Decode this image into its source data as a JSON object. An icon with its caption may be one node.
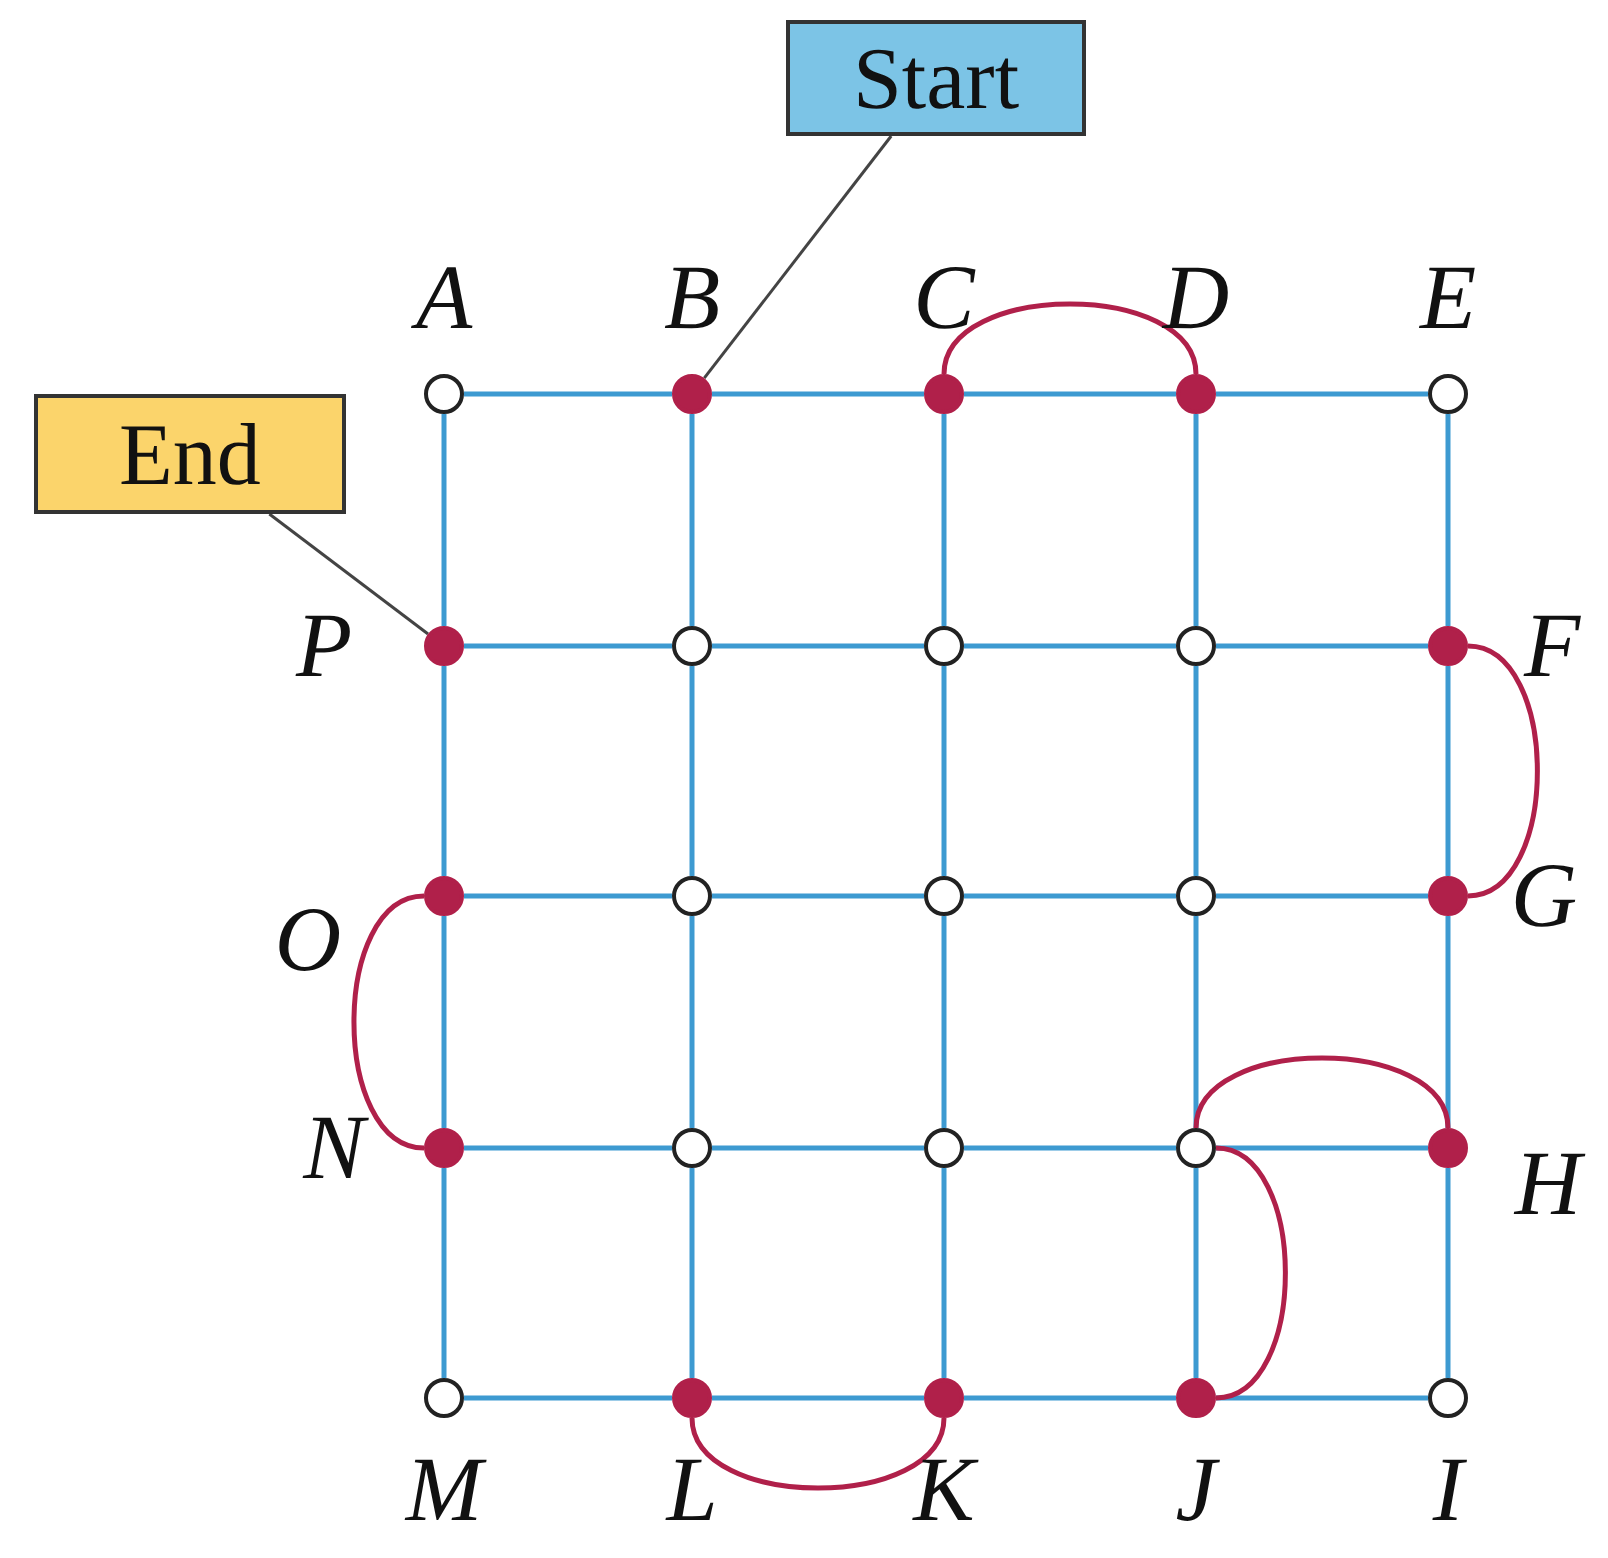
{
  "diagram": {
    "nodes": [
      {
        "text": [
          "Start"
        ]
      },
      {
        "text": [],
        "shape": "circle",
        "beside": [
          "A"
        ]
      },
      {
        "text": [],
        "shape": "dot",
        "beside": [
          "B"
        ]
      },
      {
        "text": [],
        "shape": "dot",
        "beside": [
          "C"
        ]
      },
      {
        "text": [],
        "shape": "dot",
        "beside": [
          "D"
        ]
      },
      {
        "text": [],
        "shape": "circle",
        "beside": [
          "E"
        ]
      },
      {
        "text": [
          "End"
        ]
      },
      {
        "text": [],
        "shape": "dot",
        "beside": [
          "P"
        ]
      },
      {
        "text": [],
        "shape": "circle"
      },
      {
        "text": [],
        "shape": "circle"
      },
      {
        "text": [],
        "shape": "circle"
      },
      {
        "text": [],
        "shape": "dot",
        "beside": [
          "F"
        ]
      },
      {
        "text": [],
        "shape": "dot",
        "beside": [
          "O"
        ]
      },
      {
        "text": [],
        "shape": "circle"
      },
      {
        "text": [],
        "shape": "circle"
      },
      {
        "text": [],
        "shape": "circle"
      },
      {
        "text": [],
        "shape": "dot",
        "beside": [
          "G"
        ]
      },
      {
        "text": [],
        "shape": "dot",
        "beside": [
          "N"
        ]
      },
      {
        "text": [],
        "shape": "circle"
      },
      {
        "text": [],
        "shape": "circle"
      },
      {
        "text": [],
        "shape": "circle"
      },
      {
        "text": [],
        "shape": "dot",
        "beside": [
          "H"
        ]
      },
      {
        "text": [],
        "shape": "circle",
        "beside": [
          "M"
        ]
      },
      {
        "text": [],
        "shape": "dot",
        "beside": [
          "L"
        ]
      },
      {
        "text": [],
        "shape": "dot",
        "beside": [
          "K"
        ]
      },
      {
        "text": [],
        "shape": "dot",
        "beside": [
          "J"
        ]
      },
      {
        "text": [],
        "shape": "circle",
        "beside": [
          "I"
        ]
      }
    ],
    "edges": [
      {
        "from": 1,
        "to": 2,
        "arrow": "none"
      },
      {
        "from": 2,
        "to": 3,
        "arrow": "none"
      },
      {
        "from": 3,
        "to": 4,
        "arrow": "none"
      },
      {
        "from": 4,
        "to": 5,
        "arrow": "none"
      },
      {
        "from": 7,
        "to": 8,
        "arrow": "none"
      },
      {
        "from": 8,
        "to": 9,
        "arrow": "none"
      },
      {
        "from": 9,
        "to": 10,
        "arrow": "none"
      },
      {
        "from": 10,
        "to": 11,
        "arrow": "none"
      },
      {
        "from": 12,
        "to": 13,
        "arrow": "none"
      },
      {
        "from": 13,
        "to": 14,
        "arrow": "none"
      },
      {
        "from": 14,
        "to": 15,
        "arrow": "none"
      },
      {
        "from": 15,
        "to": 16,
        "arrow": "none"
      },
      {
        "from": 17,
        "to": 18,
        "arrow": "none"
      },
      {
        "from": 18,
        "to": 19,
        "arrow": "none"
      },
      {
        "from": 19,
        "to": 20,
        "arrow": "none"
      },
      {
        "from": 20,
        "to": 21,
        "arrow": "none"
      },
      {
        "from": 22,
        "to": 23,
        "arrow": "none"
      },
      {
        "from": 23,
        "to": 24,
        "arrow": "none"
      },
      {
        "from": 24,
        "to": 25,
        "arrow": "none"
      },
      {
        "from": 25,
        "to": 26,
        "arrow": "none"
      },
      {
        "from": 1,
        "to": 7,
        "arrow": "none"
      },
      {
        "from": 7,
        "to": 12,
        "arrow": "none"
      },
      {
        "from": 12,
        "to": 17,
        "arrow": "none"
      },
      {
        "from": 17,
        "to": 22,
        "arrow": "none"
      },
      {
        "from": 2,
        "to": 8,
        "arrow": "none"
      },
      {
        "from": 8,
        "to": 13,
        "arrow": "none"
      },
      {
        "from": 13,
        "to": 18,
        "arrow": "none"
      },
      {
        "from": 18,
        "to": 23,
        "arrow": "none"
      },
      {
        "from": 3,
        "to": 9,
        "arrow": "none"
      },
      {
        "from": 9,
        "to": 14,
        "arrow": "none"
      },
      {
        "from": 14,
        "to": 19,
        "arrow": "none"
      },
      {
        "from": 19,
        "to": 24,
        "arrow": "none"
      },
      {
        "from": 4,
        "to": 10,
        "arrow": "none"
      },
      {
        "from": 10,
        "to": 15,
        "arrow": "none"
      },
      {
        "from": 15,
        "to": 20,
        "arrow": "none"
      },
      {
        "from": 20,
        "to": 25,
        "arrow": "none"
      },
      {
        "from": 5,
        "to": 11,
        "arrow": "none"
      },
      {
        "from": 11,
        "to": 16,
        "arrow": "none"
      },
      {
        "from": 16,
        "to": 21,
        "arrow": "none"
      },
      {
        "from": 21,
        "to": 26,
        "arrow": "none"
      },
      {
        "from": 3,
        "to": 4,
        "arrow": "none",
        "color": "#b0204a"
      },
      {
        "from": 11,
        "to": 16,
        "arrow": "none",
        "color": "#b0204a"
      },
      {
        "from": 12,
        "to": 17,
        "arrow": "none",
        "color": "#b0204a"
      },
      {
        "from": 20,
        "to": 21,
        "arrow": "none",
        "color": "#b0204a"
      },
      {
        "from": 20,
        "to": 25,
        "arrow": "none",
        "color": "#b0204a"
      },
      {
        "from": 23,
        "to": 24,
        "arrow": "none",
        "color": "#b0204a"
      },
      {
        "from": 0,
        "to": 2,
        "arrow": "none",
        "color": "#444444"
      },
      {
        "from": 6,
        "to": 7,
        "arrow": "none",
        "color": "#444444"
      }
    ]
  }
}
